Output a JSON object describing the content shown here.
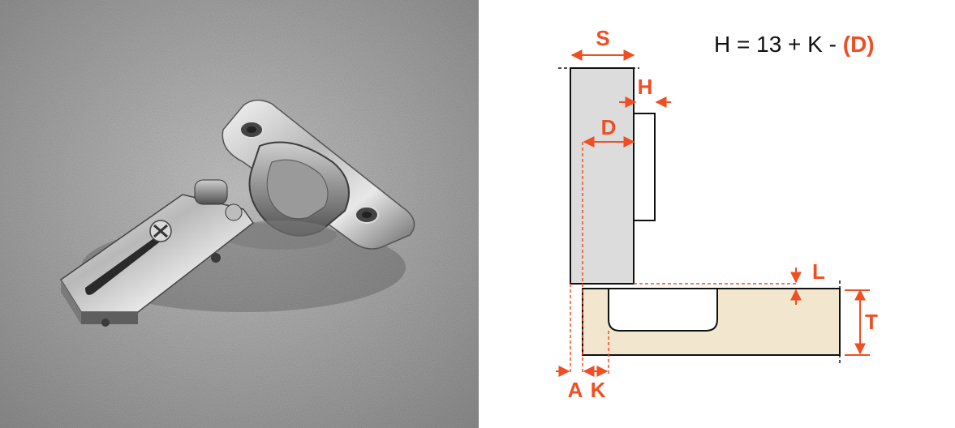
{
  "formula": {
    "text": "H = 13 + K - ",
    "highlight": "(D)"
  },
  "labels": {
    "S": "S",
    "H": "H",
    "D": "D",
    "L": "L",
    "T": "T",
    "A": "A",
    "K": "K"
  },
  "colors": {
    "accent": "#f04e23",
    "door_panel": "#dcdcdc",
    "cabinet_panel": "#f3e6ce",
    "outline": "#111111",
    "photo_background": "#9c9c9c"
  }
}
